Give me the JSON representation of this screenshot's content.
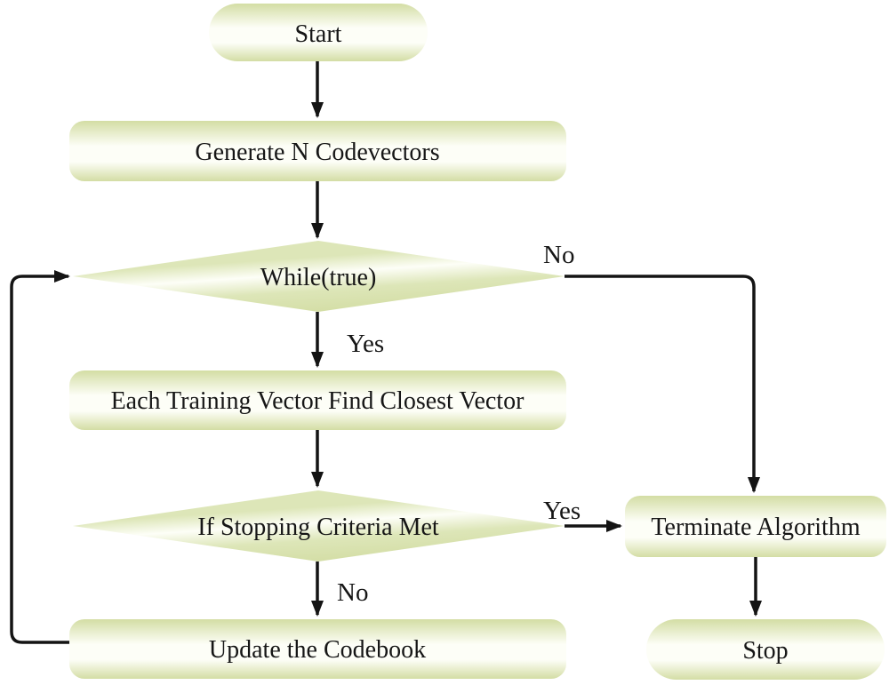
{
  "diagram": {
    "kind": "flowchart",
    "nodes": {
      "start": {
        "label": "Start",
        "shape": "terminator"
      },
      "generate": {
        "label": "Generate N Codevectors",
        "shape": "process"
      },
      "while_loop": {
        "label": "While(true)",
        "shape": "decision"
      },
      "find_closest": {
        "label": "Each Training Vector Find Closest Vector",
        "shape": "process"
      },
      "stopping": {
        "label": "If Stopping Criteria Met",
        "shape": "decision"
      },
      "update": {
        "label": "Update the Codebook",
        "shape": "process"
      },
      "terminate": {
        "label": "Terminate Algorithm",
        "shape": "process"
      },
      "stop": {
        "label": "Stop",
        "shape": "terminator"
      }
    },
    "edge_labels": {
      "while_yes": "Yes",
      "while_no": "No",
      "stopping_yes": "Yes",
      "stopping_no": "No"
    },
    "edges": [
      "start -> generate",
      "generate -> while_loop",
      "while_loop -Yes-> find_closest",
      "while_loop -No-> terminate",
      "find_closest -> stopping",
      "stopping -Yes-> terminate",
      "stopping -No-> update",
      "update -> while_loop",
      "terminate -> stop"
    ],
    "colors": {
      "node_gradient_dark": "#d3dda4",
      "node_gradient_mid": "#dde6b8",
      "node_gradient_light": "#fdfef7",
      "arrow": "#141414",
      "text": "#161616",
      "background": "#ffffff"
    }
  }
}
